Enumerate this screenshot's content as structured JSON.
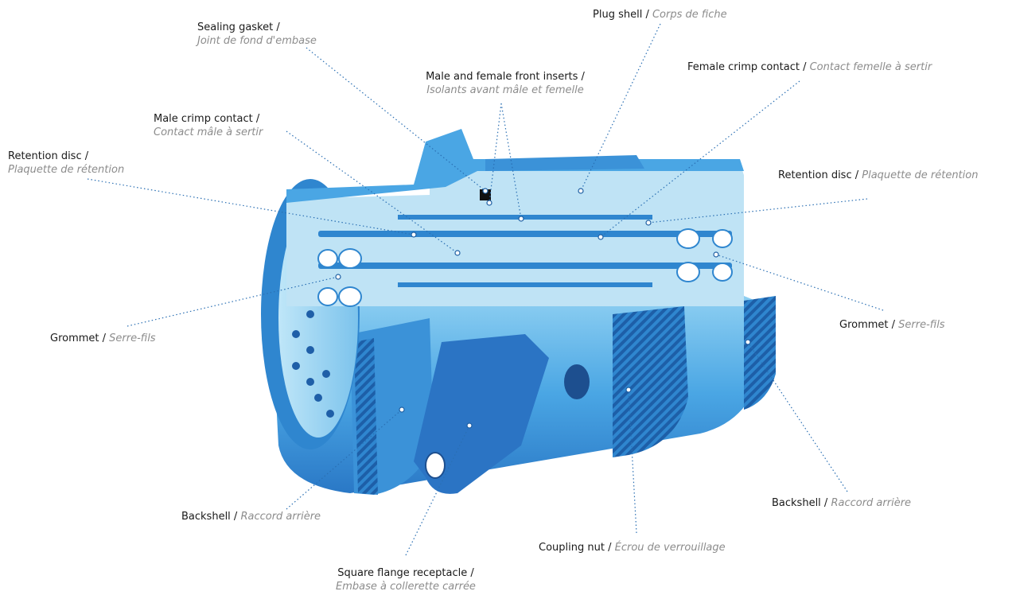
{
  "labels": {
    "sealing_gasket": {
      "en": "Sealing gasket",
      "fr": "Joint de fond d'embase"
    },
    "plug_shell": {
      "en": "Plug shell",
      "fr": "Corps de fiche"
    },
    "front_inserts": {
      "en": "Male and female front inserts",
      "fr": "Isolants avant mâle et femelle"
    },
    "female_crimp": {
      "en": "Female crimp contact",
      "fr": "Contact femelle à sertir"
    },
    "male_crimp": {
      "en": "Male crimp contact",
      "fr": "Contact mâle à sertir"
    },
    "retention_left": {
      "en": "Retention disc",
      "fr": "Plaquette de rétention"
    },
    "retention_right": {
      "en": "Retention disc",
      "fr": "Plaquette de rétention"
    },
    "grommet_left": {
      "en": "Grommet",
      "fr": "Serre-fils"
    },
    "grommet_right": {
      "en": "Grommet",
      "fr": "Serre-fils"
    },
    "backshell_left": {
      "en": "Backshell",
      "fr": "Raccord arrière"
    },
    "backshell_right": {
      "en": "Backshell",
      "fr": "Raccord arrière"
    },
    "coupling_nut": {
      "en": "Coupling nut",
      "fr": "Écrou de verrouillage"
    },
    "square_flange": {
      "en": "Square flange receptacle",
      "fr": "Embase à collerette carrée"
    }
  },
  "separator": " / ",
  "colors": {
    "body_blue": "#4da9e6",
    "dark_blue": "#2b74c4",
    "light_blue": "#bfe3f5",
    "leader": "#2a6fb3"
  }
}
